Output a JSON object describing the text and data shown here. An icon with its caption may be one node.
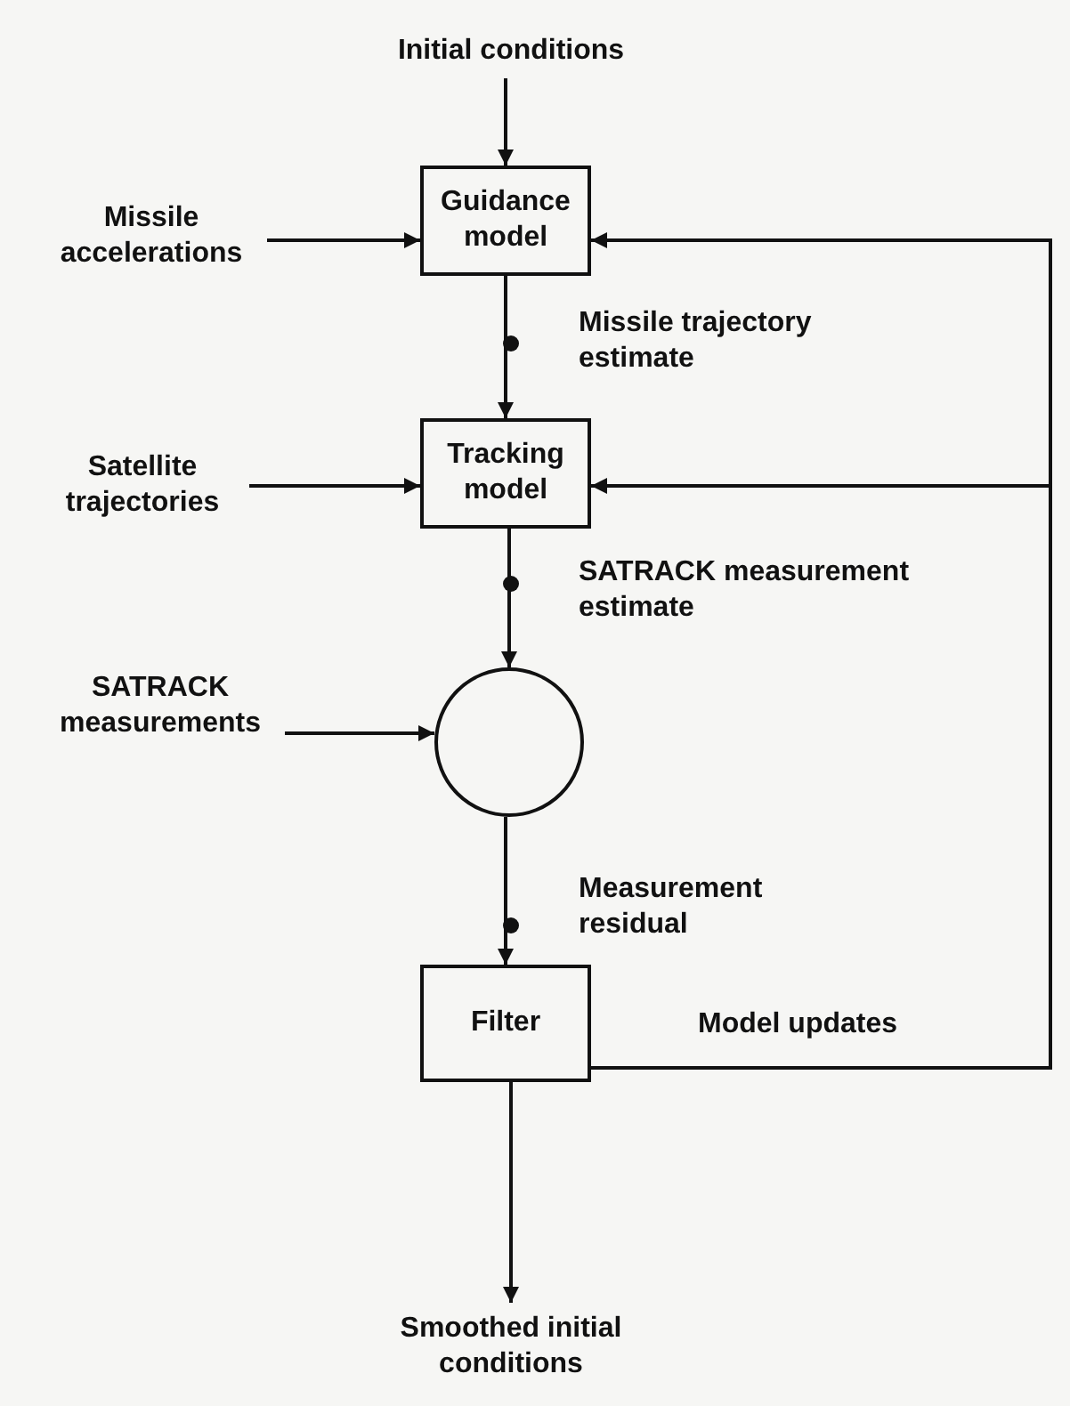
{
  "diagram": {
    "nodes": [
      {
        "text": [
          "Initial conditions"
        ]
      },
      {
        "text": [
          "Guidance model"
        ]
      },
      {
        "text": [
          "Missile accelerations"
        ]
      },
      {
        "text": [
          "Tracking model"
        ]
      },
      {
        "text": [
          "Satellite trajectories"
        ]
      },
      {
        "text": [],
        "shape": "circle"
      },
      {
        "text": [
          "SATRACK measurements"
        ]
      },
      {
        "text": [
          "Filter"
        ]
      },
      {
        "text": [
          "Smoothed initial conditions"
        ]
      }
    ],
    "edges": [
      {
        "from": 0,
        "to": 1,
        "arrow": "to"
      },
      {
        "from": 2,
        "to": 1,
        "arrow": "to"
      },
      {
        "from": 1,
        "to": 3,
        "arrow": "to",
        "label": "Missile trajectory estimate"
      },
      {
        "from": 4,
        "to": 3,
        "arrow": "to"
      },
      {
        "from": 3,
        "to": 5,
        "arrow": "to",
        "label": "SATRACK measurement estimate"
      },
      {
        "from": 6,
        "to": 5,
        "arrow": "to"
      },
      {
        "from": 5,
        "to": 7,
        "arrow": "to",
        "label": "Measurement residual"
      },
      {
        "from": 7,
        "to": 8,
        "arrow": "to"
      },
      {
        "from": 7,
        "to": 1,
        "arrow": "to",
        "label": "Model updates"
      },
      {
        "from": 7,
        "to": 3,
        "arrow": "to"
      }
    ]
  }
}
